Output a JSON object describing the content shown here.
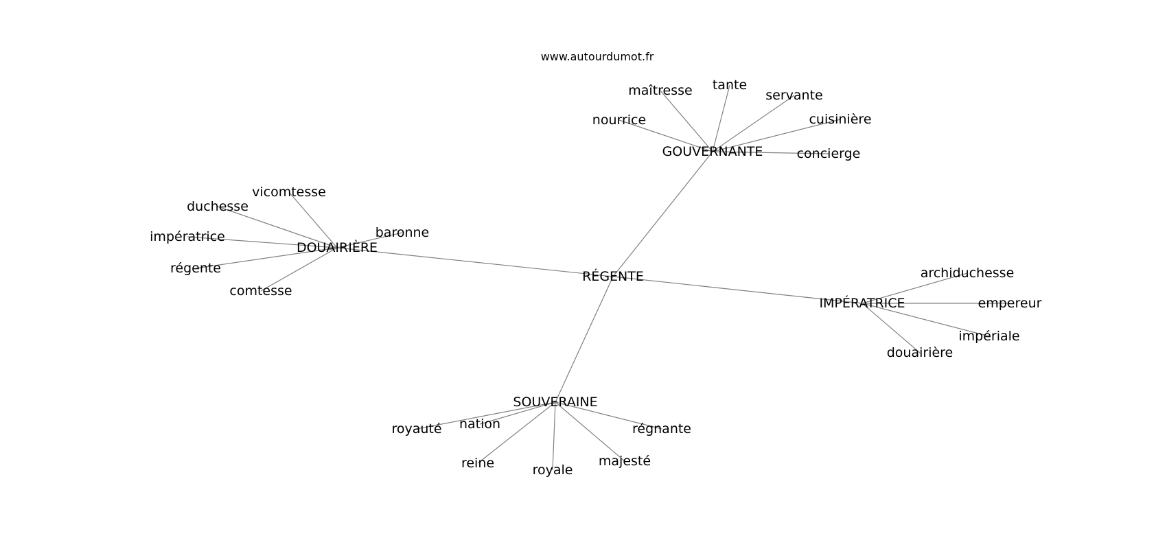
{
  "site": "www.autourdumot.fr",
  "graph": {
    "center": {
      "id": "regente",
      "label": "RÉGENTE"
    },
    "hubs": [
      {
        "id": "gouvernante",
        "label": "GOUVERNANTE",
        "leaves": [
          {
            "id": "maitresse",
            "label": "maîtresse"
          },
          {
            "id": "tante",
            "label": "tante"
          },
          {
            "id": "servante",
            "label": "servante"
          },
          {
            "id": "nourrice",
            "label": "nourrice"
          },
          {
            "id": "cuisiniere",
            "label": "cuisinière"
          },
          {
            "id": "concierge",
            "label": "concierge"
          }
        ]
      },
      {
        "id": "douairiere-hub",
        "label": "DOUAIRIÈRE",
        "leaves": [
          {
            "id": "vicomtesse",
            "label": "vicomtesse"
          },
          {
            "id": "duchesse",
            "label": "duchesse"
          },
          {
            "id": "baronne",
            "label": "baronne"
          },
          {
            "id": "imperatrice-leaf",
            "label": "impératrice"
          },
          {
            "id": "regente-leaf",
            "label": "régente"
          },
          {
            "id": "comtesse",
            "label": "comtesse"
          }
        ]
      },
      {
        "id": "imperatrice-hub",
        "label": "IMPÉRATRICE",
        "leaves": [
          {
            "id": "archiduchesse",
            "label": "archiduchesse"
          },
          {
            "id": "empereur",
            "label": "empereur"
          },
          {
            "id": "imperiale",
            "label": "impériale"
          },
          {
            "id": "douairiere-leaf",
            "label": "douairière"
          }
        ]
      },
      {
        "id": "souveraine",
        "label": "SOUVERAINE",
        "leaves": [
          {
            "id": "royaute",
            "label": "royauté"
          },
          {
            "id": "nation",
            "label": "nation"
          },
          {
            "id": "regnante",
            "label": "régnante"
          },
          {
            "id": "reine",
            "label": "reine"
          },
          {
            "id": "royale",
            "label": "royale"
          },
          {
            "id": "majeste",
            "label": "majesté"
          }
        ]
      }
    ]
  }
}
